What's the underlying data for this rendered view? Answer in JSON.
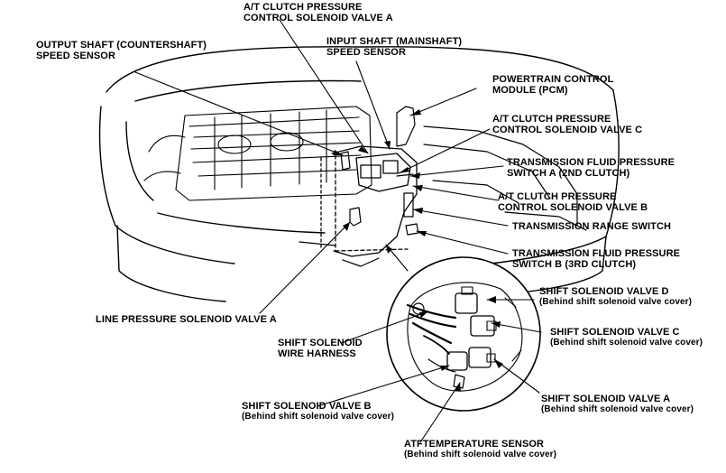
{
  "labels": {
    "at_clutch_a": {
      "line1": "A/T CLUTCH PRESSURE",
      "line2": "CONTROL SOLENOID VALVE A"
    },
    "input_shaft": {
      "line1": "INPUT SHAFT (MAINSHAFT)",
      "line2": "SPEED SENSOR"
    },
    "output_shaft": {
      "line1": "OUTPUT SHAFT (COUNTERSHAFT)",
      "line2": "SPEED SENSOR"
    },
    "pcm": {
      "line1": "POWERTRAIN CONTROL",
      "line2": "MODULE (PCM)"
    },
    "at_clutch_c": {
      "line1": "A/T CLUTCH PRESSURE",
      "line2": "CONTROL SOLENOID VALVE C"
    },
    "tfp_switch_a": {
      "line1": "TRANSMISSION FLUID PRESSURE",
      "line2": "SWITCH A (2ND CLUTCH)"
    },
    "at_clutch_b": {
      "line1": "A/T CLUTCH PRESSURE",
      "line2": "CONTROL SOLENOID VALVE B"
    },
    "range_switch": {
      "line1": "TRANSMISSION RANGE SWITCH"
    },
    "tfp_switch_b": {
      "line1": "TRANSMISSION FLUID PRESSURE",
      "line2": "SWITCH B (3RD CLUTCH)"
    },
    "shift_d": {
      "line1": "SHIFT SOLENOID VALVE D",
      "line2": "(Behind shift solenoid valve cover)"
    },
    "line_pressure": {
      "line1": "LINE PRESSURE SOLENOID VALVE A"
    },
    "shift_c": {
      "line1": "SHIFT SOLENOID VALVE C",
      "line2": "(Behind shift solenoid valve cover)"
    },
    "wire_harness": {
      "line1": "SHIFT SOLENOID",
      "line2": "WIRE HARNESS"
    },
    "shift_b": {
      "line1": "SHIFT SOLENOID VALVE B",
      "line2": "(Behind shift solenoid valve cover)"
    },
    "shift_a": {
      "line1": "SHIFT SOLENOID VALVE A",
      "line2": "(Behind shift solenoid valve cover)"
    },
    "atf_temp": {
      "line1": "ATFTEMPERATURE SENSOR",
      "line2": "(Behind shift solenoid valve cover)"
    }
  }
}
